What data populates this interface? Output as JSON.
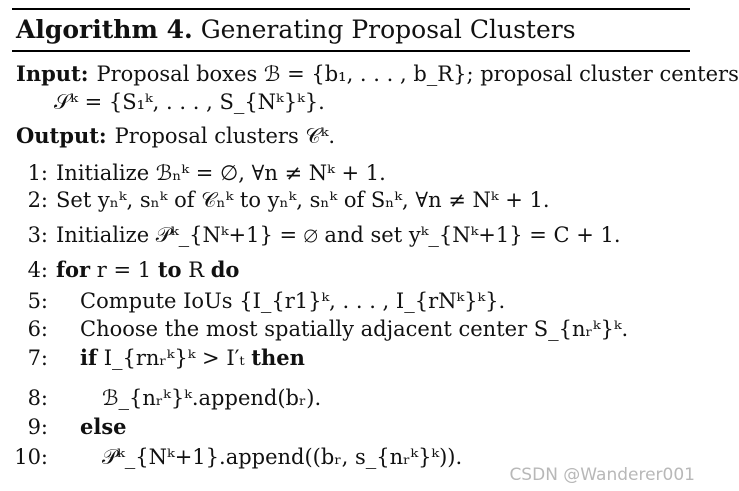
{
  "algorithm": {
    "label": "Algorithm 4.",
    "title": "Generating Proposal Clusters",
    "input_label": "Input:",
    "input_text_1": "Proposal boxes ℬ = {b₁, . . . , b_R}; proposal cluster centers",
    "input_text_2": "𝒮ᵏ = {S₁ᵏ, . . . , S_{Nᵏ}ᵏ}.",
    "output_label": "Output:",
    "output_text": "Proposal clusters 𝒞ᵏ.",
    "lines": [
      {
        "no": "1:",
        "parts": [
          {
            "t": "Initialize ℬₙᵏ = ∅, ∀n ≠ Nᵏ + 1.",
            "b": false
          }
        ]
      },
      {
        "no": "2:",
        "parts": [
          {
            "t": "Set yₙᵏ, sₙᵏ of 𝒞ₙᵏ to yₙᵏ, sₙᵏ of Sₙᵏ, ∀n ≠ Nᵏ + 1.",
            "b": false
          }
        ]
      },
      {
        "no": "3:",
        "parts": [
          {
            "t": "Initialize 𝒫ᵏ_{Nᵏ+1} = ∅ and set yᵏ_{Nᵏ+1} = C + 1.",
            "b": false
          }
        ]
      },
      {
        "no": "4:",
        "parts": [
          {
            "t": "for",
            "b": true
          },
          {
            "t": " r = 1 ",
            "b": false
          },
          {
            "t": "to",
            "b": true
          },
          {
            "t": " R ",
            "b": false
          },
          {
            "t": "do",
            "b": true
          }
        ]
      },
      {
        "no": "5:",
        "parts": [
          {
            "t": "Compute IoUs {I_{r1}ᵏ, . . . , I_{rNᵏ}ᵏ}.",
            "b": false
          }
        ]
      },
      {
        "no": "6:",
        "parts": [
          {
            "t": "Choose the most spatially adjacent center S_{nᵣᵏ}ᵏ.",
            "b": false
          }
        ]
      },
      {
        "no": "7:",
        "parts": [
          {
            "t": "if",
            "b": true
          },
          {
            "t": " I_{rnᵣᵏ}ᵏ > I′ₜ ",
            "b": false
          },
          {
            "t": "then",
            "b": true
          }
        ]
      },
      {
        "no": "8:",
        "parts": [
          {
            "t": "ℬ_{nᵣᵏ}ᵏ.append(bᵣ).",
            "b": false
          }
        ]
      },
      {
        "no": "9:",
        "parts": [
          {
            "t": "else",
            "b": true
          }
        ]
      },
      {
        "no": "10:",
        "parts": [
          {
            "t": "𝒫ᵏ_{Nᵏ+1}.append((bᵣ, s_{nᵣᵏ}ᵏ)).",
            "b": false
          }
        ]
      }
    ]
  },
  "watermark": "CSDN @Wanderer001"
}
